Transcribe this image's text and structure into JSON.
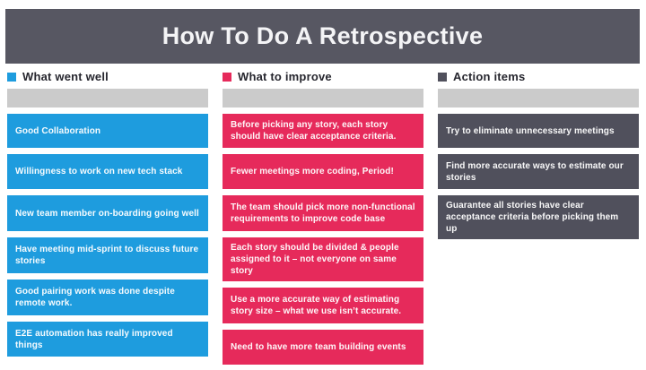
{
  "title": "How To Do A Retrospective",
  "colors": {
    "title_bar_bg": "#575762",
    "went_well_accent": "#1e9cde",
    "improve_accent": "#e62a5b",
    "action_accent": "#50505c",
    "input_placeholder_bar": "#cbcbcb"
  },
  "columns": [
    {
      "label": "What went well",
      "cards": [
        "Good Collaboration",
        "Willingness to work on new tech stack",
        "New team member on-boarding going well",
        "Have meeting mid-sprint to discuss future stories",
        "Good pairing work was done despite remote work.",
        "E2E automation has really improved things"
      ]
    },
    {
      "label": "What to improve",
      "cards": [
        "Before picking any story, each story should have clear acceptance criteria.",
        "Fewer meetings more coding, Period!",
        "The team should pick more non-functional requirements to improve code base",
        "Each story should be divided & people assigned to it – not everyone on same story",
        "Use a more accurate way of estimating story size – what we use isn’t accurate.",
        "Need to have more team building events"
      ]
    },
    {
      "label": "Action items",
      "cards": [
        "Try to eliminate unnecessary meetings",
        "Find more accurate ways to estimate our stories",
        "Guarantee all stories have clear acceptance criteria before picking them up"
      ]
    }
  ]
}
